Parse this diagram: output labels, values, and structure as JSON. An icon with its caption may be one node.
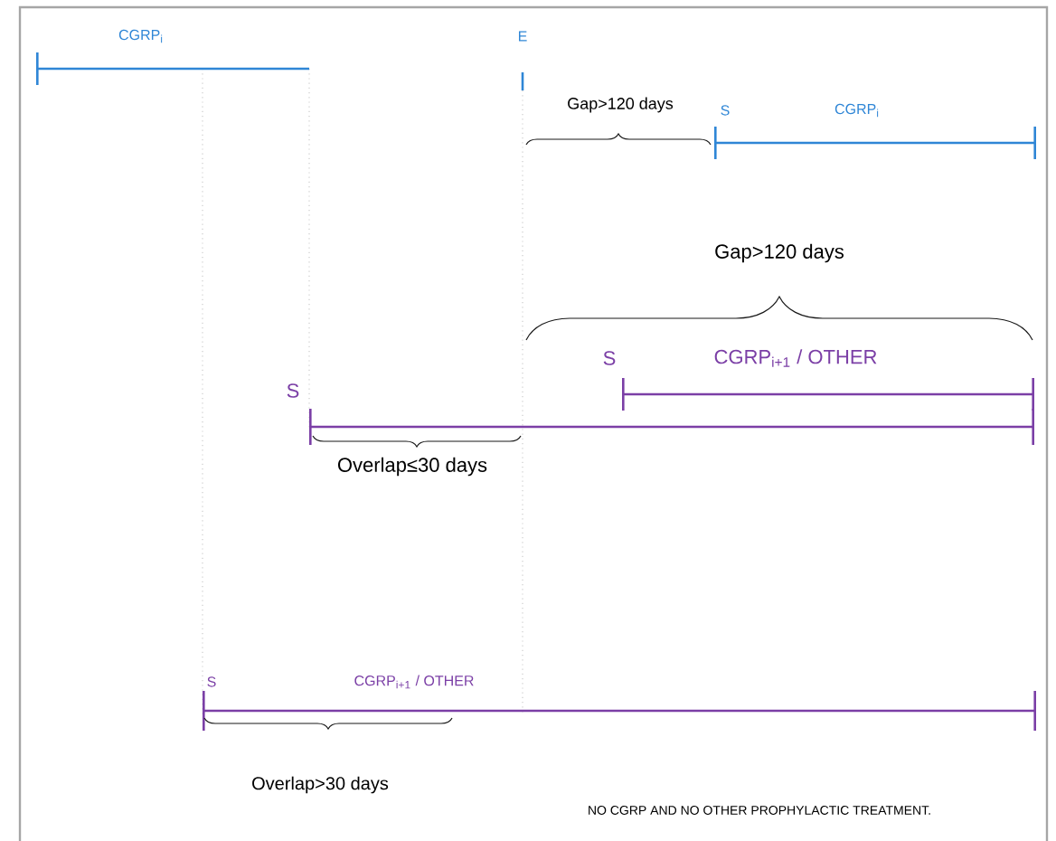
{
  "diagram": {
    "labels": [
      "CGRP$_{i}$",
      "E",
      "Gap>120 days",
      "S",
      "CGRP$_{i}$",
      "Gap>120 days",
      "S",
      "CGRP$_{i+1}$  / OTHER",
      "S",
      "Overlap≤30 days",
      "S",
      "CGRP$_{i+1}$  / OTHER",
      "Overlap>30 days",
      "NO CGRP AND NO OTHER PROPHYLACTIC TREATMENT."
    ]
  }
}
